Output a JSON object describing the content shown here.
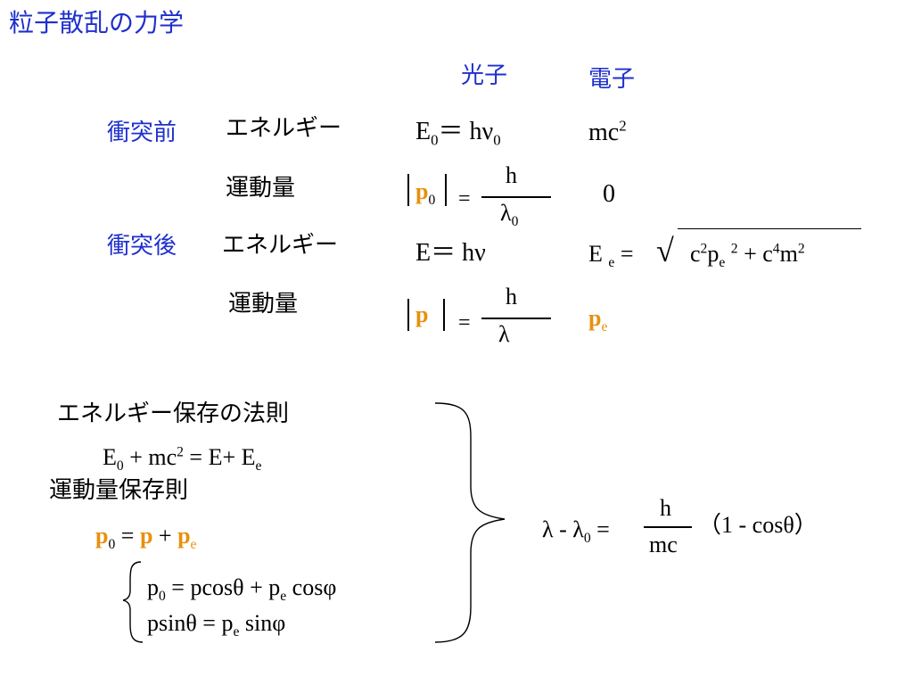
{
  "title": "粒子散乱の力学",
  "headers": {
    "photon": "光子",
    "electron": "電子"
  },
  "labels": {
    "before": "衝突前",
    "after": "衝突後",
    "energy": "エネルギー",
    "momentum": "運動量"
  },
  "table": {
    "photon_energy_before": {
      "E": "E",
      "sub": "0",
      "eq": "＝",
      "rhs": "hν",
      "rhs_sub": "0"
    },
    "photon_momentum_before": {
      "p": "p",
      "sub": "0",
      "eq": "=",
      "num": "h",
      "den": "λ",
      "den_sub": "0"
    },
    "electron_energy_before": {
      "base": "mc",
      "sup": "2"
    },
    "electron_momentum_before": "0",
    "photon_energy_after": {
      "E": "E",
      "eq": "＝",
      "rhs": "hν"
    },
    "photon_momentum_after": {
      "p": "p",
      "eq": "=",
      "num": "h",
      "den": "λ"
    },
    "electron_energy_after": {
      "lhs": "E",
      "lhs_sub": "e",
      "eq": "=",
      "sqrt": "√",
      "t1": "c",
      "t1_sup": "2",
      "t2": "p",
      "t2_sub": "e",
      "t2_sup": "2",
      "plus": "+",
      "t3": "c",
      "t3_sup": "4",
      "t4": "m",
      "t4_sup": "2"
    },
    "electron_momentum_after": {
      "p": "p",
      "sub": "e"
    }
  },
  "conservation": {
    "energy_heading": "エネルギー保存の法則",
    "energy_eq": {
      "a": "E",
      "a_sub": "0",
      "b": "+ mc",
      "b_sup": "2",
      "c": "= E+ E",
      "c_sub": "e"
    },
    "momentum_heading": "運動量保存則",
    "momentum_eq": {
      "p0": "p",
      "p0_sub": "0",
      "eq": "=",
      "p": "p",
      "plus": "+",
      "pe": "p",
      "pe_sub": "e"
    },
    "component_x": {
      "a": "p",
      "a_sub": "0",
      "b": "= pcosθ + p",
      "b_sub": "e",
      "c": "cosφ"
    },
    "component_y": {
      "a": "psinθ = p",
      "a_sub": "e",
      "b": "sinφ"
    }
  },
  "result": {
    "lhs": "λ - λ",
    "lhs_sub": "0",
    "eq": "=",
    "num": "h",
    "den": "mc",
    "tail": "（1 - cosθ）"
  },
  "colors": {
    "title": "#1f2fcc",
    "vector": "#e8900f",
    "text": "#000000"
  }
}
